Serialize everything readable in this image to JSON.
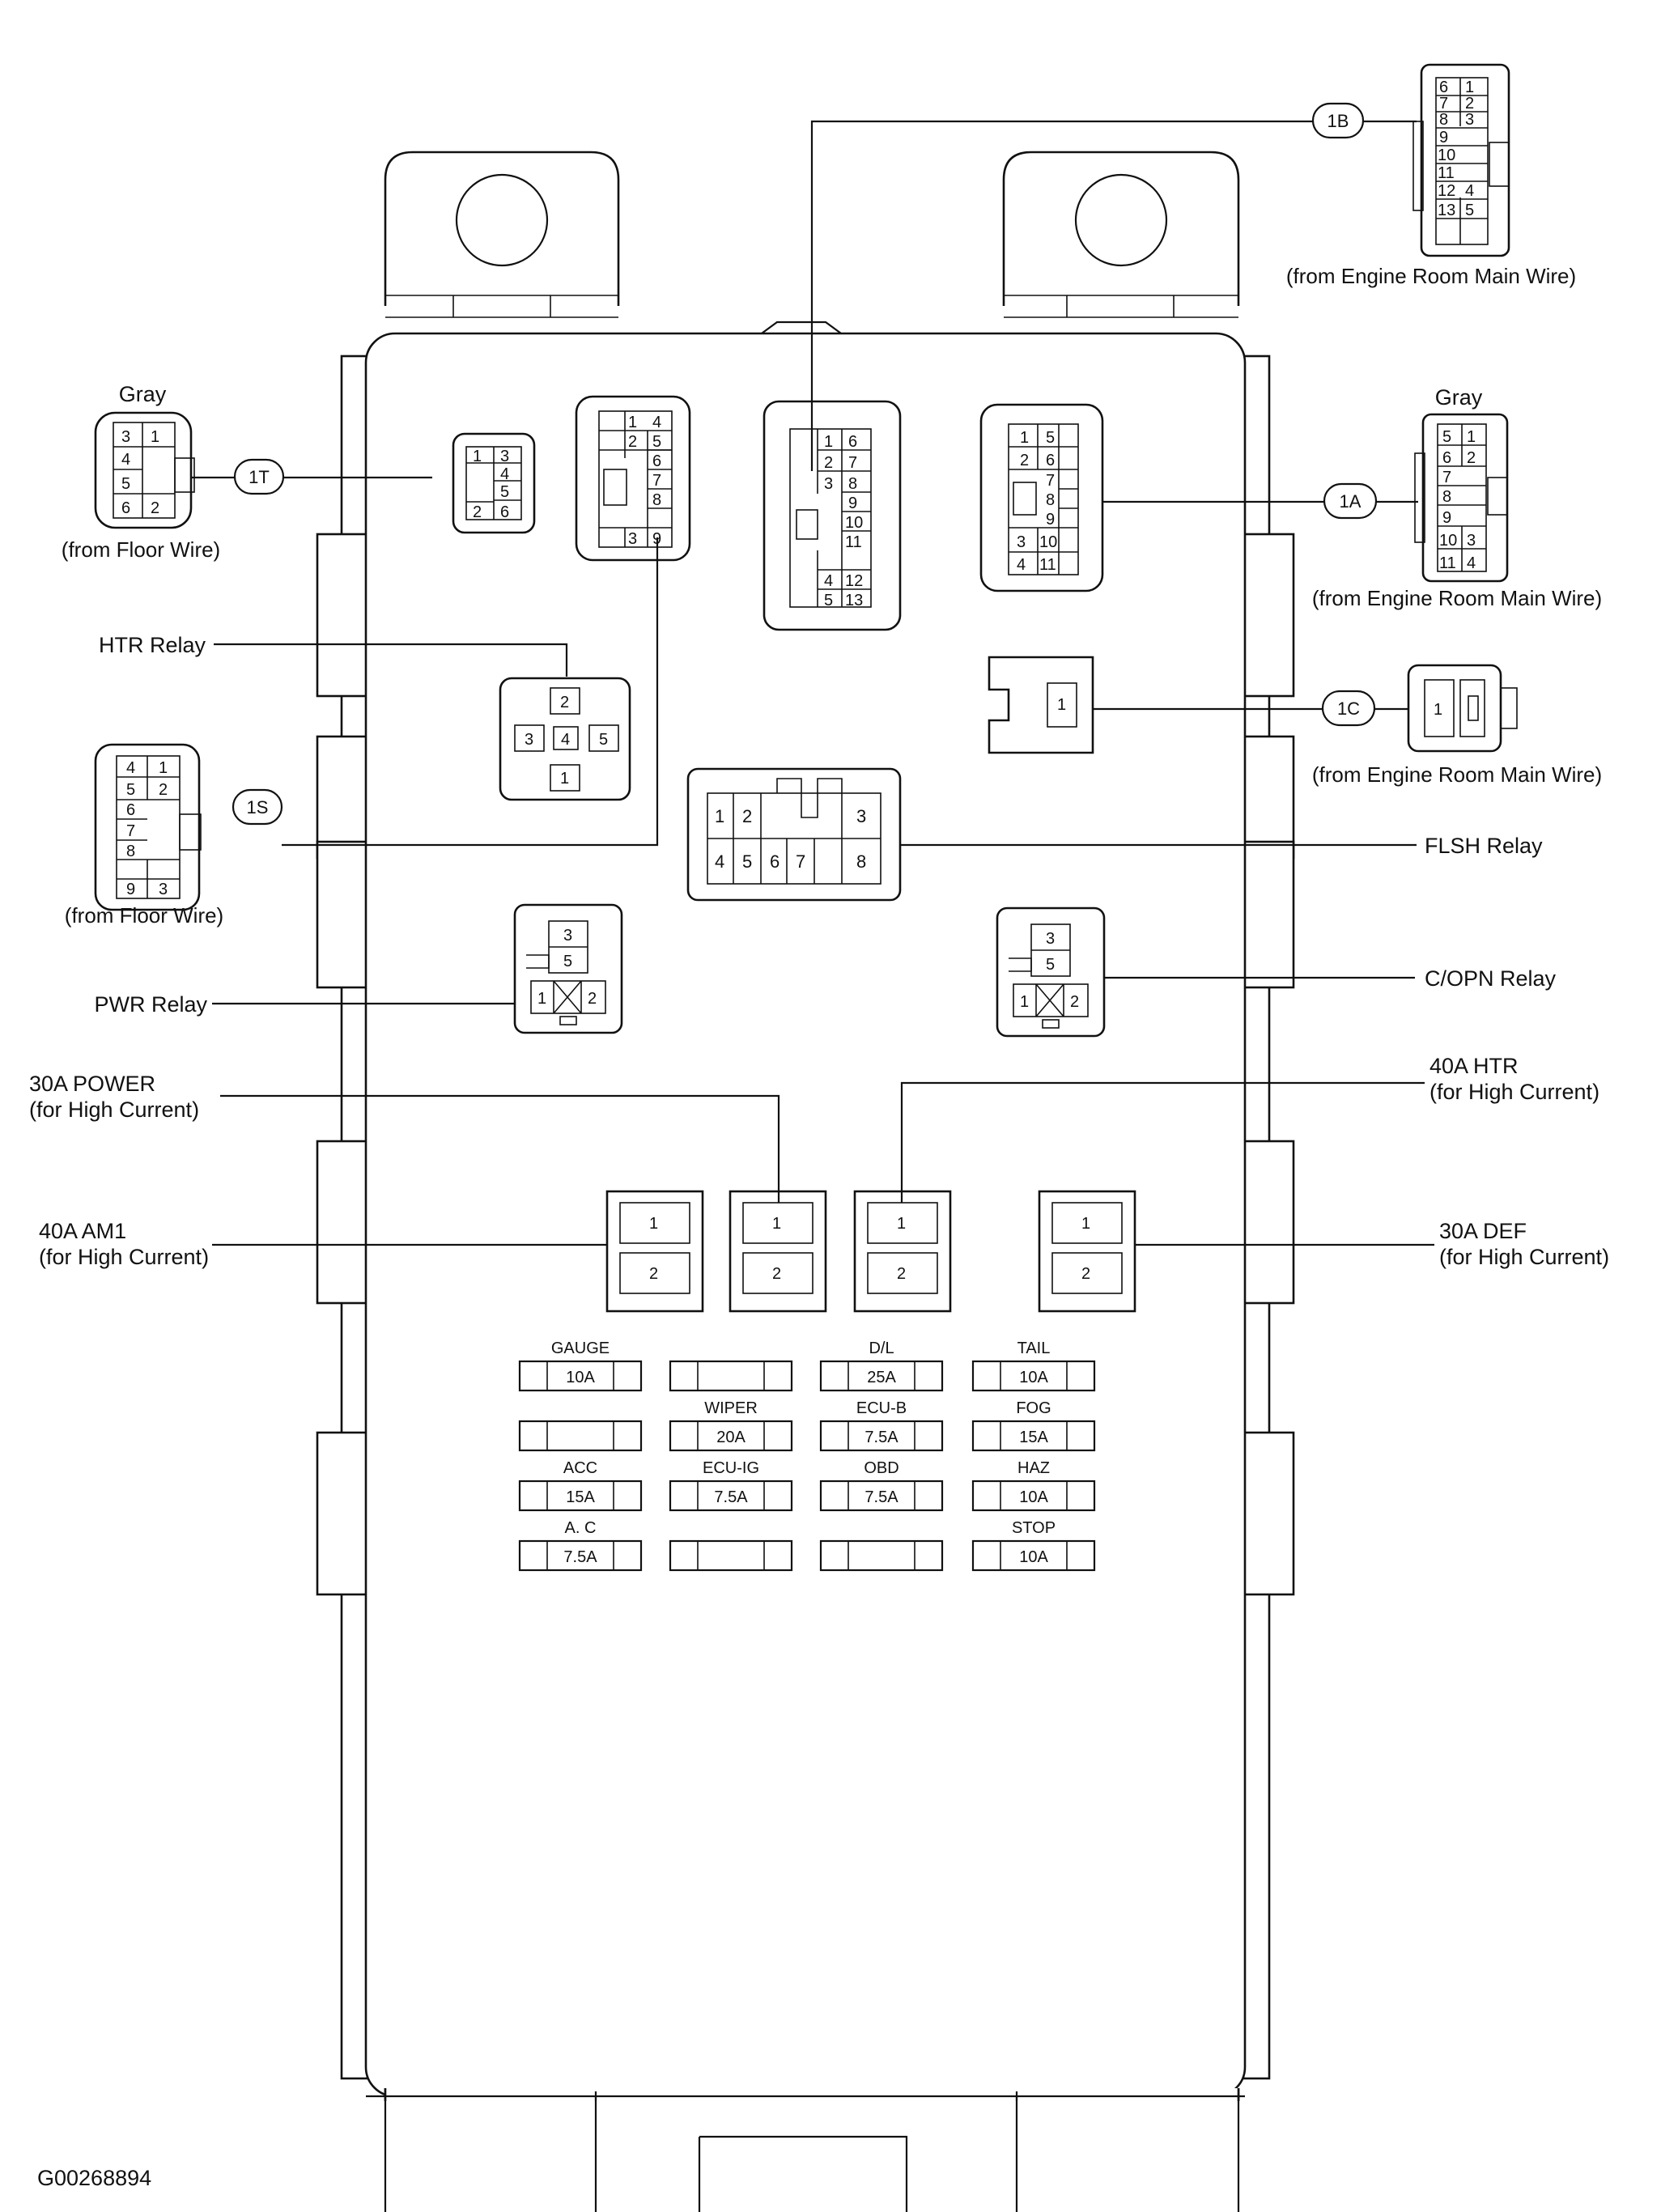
{
  "connectors": {
    "c1B": {
      "code": "1B",
      "caption": "(from Engine Room Main Wire)"
    },
    "c1A": {
      "code": "1A",
      "color": "Gray",
      "caption": "(from Engine Room Main Wire)"
    },
    "c1C": {
      "code": "1C",
      "caption": "(from Engine Room Main Wire)"
    },
    "c1T": {
      "code": "1T",
      "color": "Gray",
      "caption": "(from Floor Wire)"
    },
    "c1S": {
      "code": "1S",
      "caption": "(from Floor Wire)"
    }
  },
  "relays": {
    "htr": "HTR Relay",
    "flsh": "FLSH Relay",
    "pwr": "PWR Relay",
    "copn": "C/OPN Relay"
  },
  "fusible_links": {
    "power30": {
      "line1": "30A POWER",
      "line2": "(for High Current)"
    },
    "htr40": {
      "line1": "40A HTR",
      "line2": "(for High Current)"
    },
    "am1_40": {
      "line1": "40A AM1",
      "line2": "(for High Current)"
    },
    "def30": {
      "line1": "30A DEF",
      "line2": "(for High Current)"
    }
  },
  "fuses": [
    {
      "name": "GAUGE",
      "rating": "10A"
    },
    {
      "name": "",
      "rating": ""
    },
    {
      "name": "D/L",
      "rating": "25A"
    },
    {
      "name": "TAIL",
      "rating": "10A"
    },
    {
      "name": "",
      "rating": ""
    },
    {
      "name": "WIPER",
      "rating": "20A"
    },
    {
      "name": "ECU-B",
      "rating": "7.5A"
    },
    {
      "name": "FOG",
      "rating": "15A"
    },
    {
      "name": "ACC",
      "rating": "15A"
    },
    {
      "name": "ECU-IG",
      "rating": "7.5A"
    },
    {
      "name": "OBD",
      "rating": "7.5A"
    },
    {
      "name": "HAZ",
      "rating": "10A"
    },
    {
      "name": "A. C",
      "rating": "7.5A"
    },
    {
      "name": "",
      "rating": ""
    },
    {
      "name": "",
      "rating": ""
    },
    {
      "name": "STOP",
      "rating": "10A"
    }
  ],
  "diagram_code": "G00268894"
}
